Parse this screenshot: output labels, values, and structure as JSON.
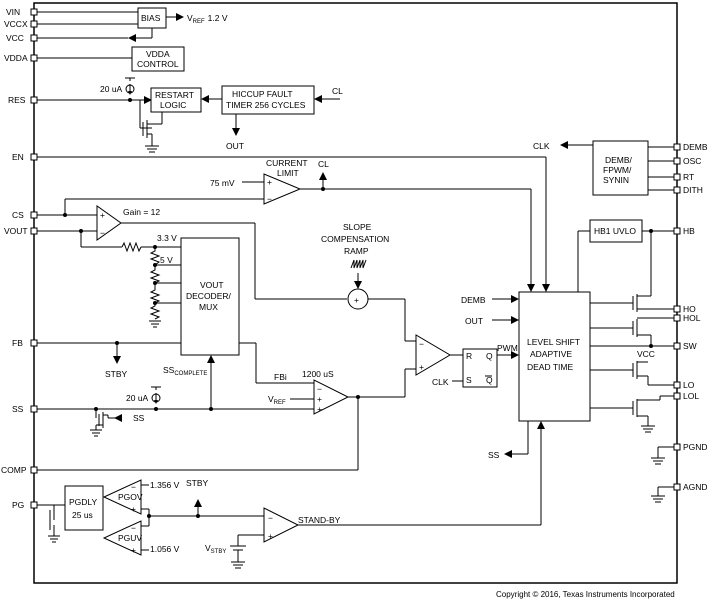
{
  "pins_left": {
    "vin": "VIN",
    "vccx": "VCCX",
    "vcc": "VCC",
    "vdda": "VDDA",
    "res": "RES",
    "en": "EN",
    "cs": "CS",
    "vout": "VOUT",
    "fb": "FB",
    "ss": "SS",
    "comp": "COMP",
    "pg": "PG"
  },
  "pins_right": {
    "demb": "DEMB",
    "osc": "OSC",
    "rt": "RT",
    "dith": "DITH",
    "hb": "HB",
    "ho": "HO",
    "hol": "HOL",
    "sw": "SW",
    "lo": "LO",
    "lol": "LOL",
    "pgnd": "PGND",
    "agnd": "AGND"
  },
  "blocks": {
    "bias": "BIAS",
    "vdda_control": [
      "VDDA",
      "CONTROL"
    ],
    "restart_logic": [
      "RESTART",
      "LOGIC"
    ],
    "hiccup": [
      "HICCUP FAULT",
      "TIMER 256 CYCLES"
    ],
    "demb_fpwm": [
      "DEMB/",
      "FPWM/",
      "SYNIN"
    ],
    "hb1_uvlo": "HB1 UVLO",
    "level_shift": [
      "LEVEL SHIFT",
      "ADAPTIVE",
      "DEAD TIME"
    ],
    "vout_decoder": [
      "VOUT",
      "DECODER/",
      "MUX"
    ],
    "pgdly": [
      "PGDLY",
      "25 us"
    ],
    "latch_r": "R",
    "latch_s": "S",
    "latch_q": "Q",
    "latch_qb": "Q"
  },
  "labels": {
    "vref_main": "V",
    "vref_sub": "REF",
    "vref_val": "1.2 V",
    "cl_in": "CL",
    "out_hiccup": "OUT",
    "current_10ua_res": "20 uA",
    "clk_top": "CLK",
    "current_limit": [
      "CURRENT",
      "LIMIT"
    ],
    "cl_up": "CL",
    "mv75": "75 mV",
    "gain": "Gain = 12",
    "v33": "3.3 V",
    "v5": "5 V",
    "slope": [
      "SLOPE",
      "COMPENSATION",
      "RAMP"
    ],
    "demb_in": "DEMB",
    "out_in": "OUT",
    "pwm": "PWM",
    "clk_latch": "CLK",
    "vcc_sw": "VCC",
    "stby_fb": "STBY",
    "ss_complete_main": "SS",
    "ss_complete_sub": "COMPLETE",
    "current_ss": "20 uA",
    "fbi": "FBi",
    "t1200": "1200 uS",
    "vref2_main": "V",
    "vref2_sub": "REF",
    "ss_gnd": "SS",
    "ss_out": "SS",
    "pgov": "PGOV",
    "pguv": "PGUV",
    "v1356": "1.356 V",
    "v1056": "1.056 V",
    "stby_top": "STBY",
    "standby": "STAND-BY",
    "vstby_main": "V",
    "vstby_sub": "STBY",
    "copyright": "Copyright © 2016, Texas Instruments Incorporated"
  }
}
